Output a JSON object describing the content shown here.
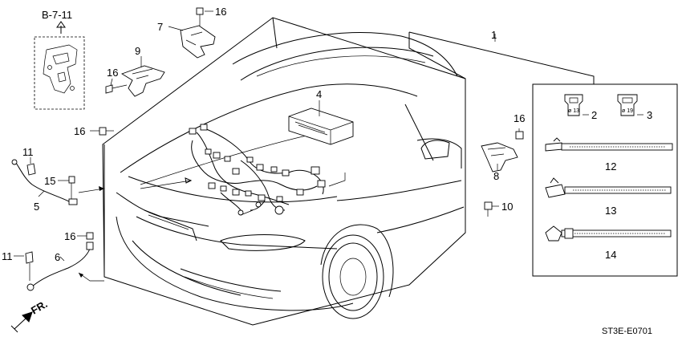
{
  "reference": {
    "label": "B-7-11"
  },
  "diagram_code": "ST3E-E0701",
  "direction": {
    "label": "FR."
  },
  "callouts": {
    "c1": "1",
    "c2": "2",
    "c3": "3",
    "c4": "4",
    "c5": "5",
    "c6": "6",
    "c7": "7",
    "c8": "8",
    "c9": "9",
    "c10": "10",
    "c11a": "11",
    "c11b": "11",
    "c12": "12",
    "c13": "13",
    "c14": "14",
    "c15": "15",
    "c16a": "16",
    "c16b": "16",
    "c16c": "16",
    "c16d": "16",
    "c16e": "16"
  },
  "connector_marks": {
    "m2": "ø 13",
    "m3": "ø 19"
  },
  "colors": {
    "line": "#000000",
    "background": "#ffffff"
  }
}
